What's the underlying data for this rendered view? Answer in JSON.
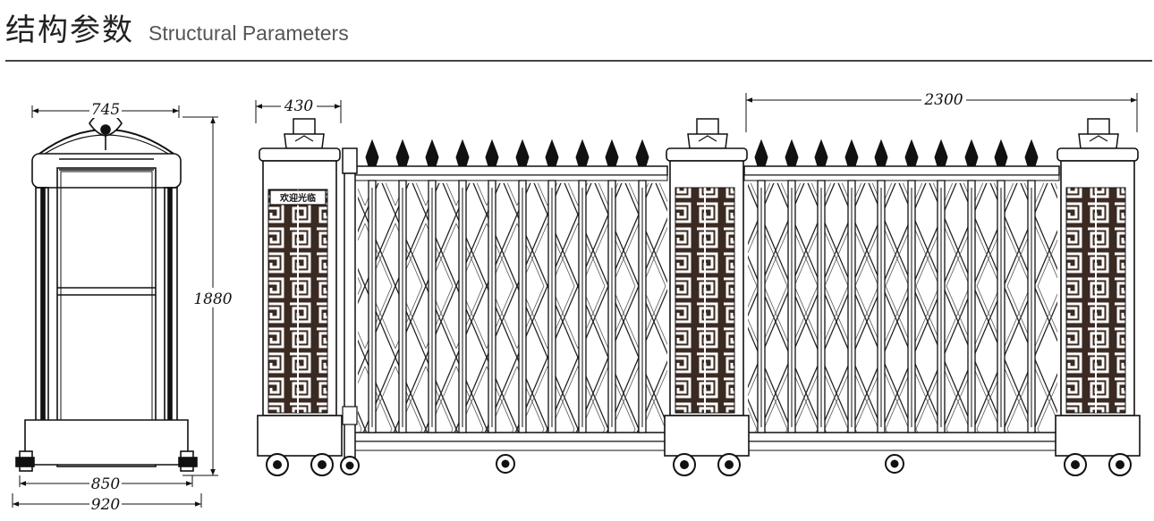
{
  "header": {
    "title_cn": "结构参数",
    "title_en": "Structural Parameters"
  },
  "dimensions": {
    "side_top_width": "745",
    "side_height": "1880",
    "side_base_width": "850",
    "side_total_width": "920",
    "post_width": "430",
    "gate_span": "2300"
  },
  "sign_text": "欢迎光临",
  "colors": {
    "line": "#111111",
    "panel": "#3a2a22",
    "rule": "#444444"
  }
}
